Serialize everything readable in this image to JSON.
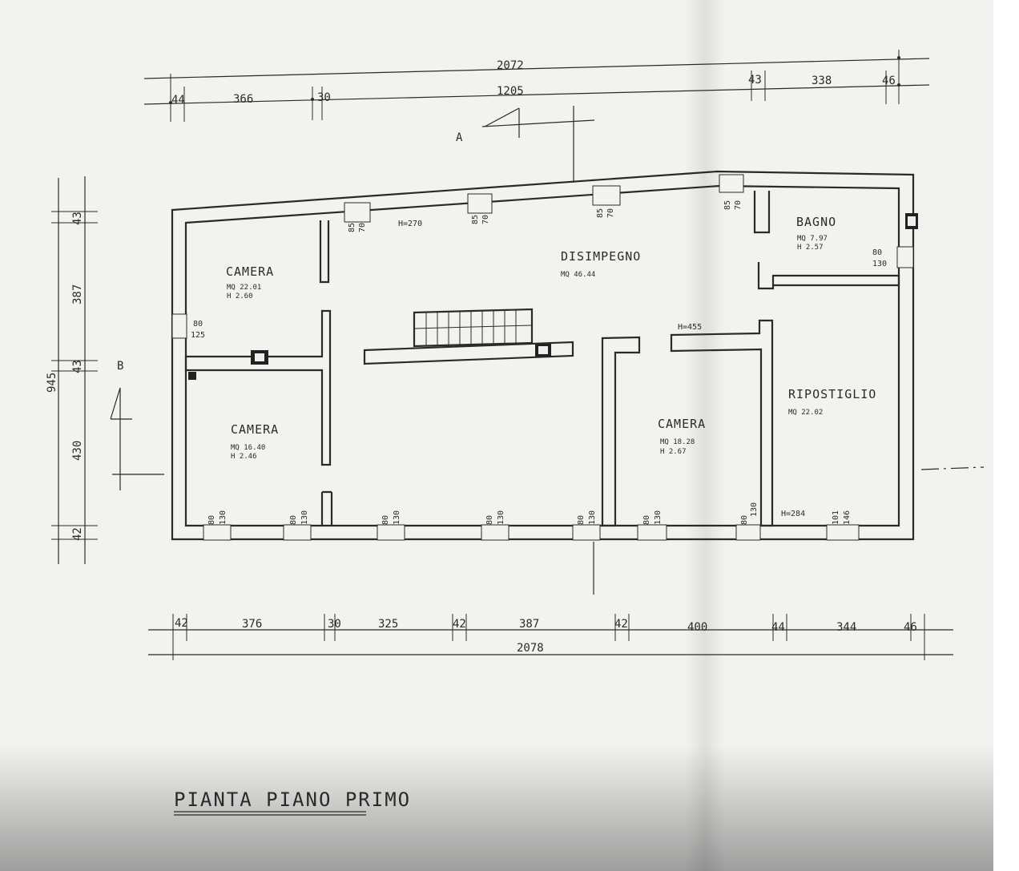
{
  "title": "PIANTA PIANO PRIMO",
  "section_marks": {
    "a": "A",
    "b": "B"
  },
  "dims_top": {
    "overall": "2072",
    "mid": "1205",
    "segments": [
      "44",
      "366",
      "30",
      "43",
      "338",
      "46"
    ]
  },
  "dims_bottom": {
    "overall": "2078",
    "segments": [
      "42",
      "376",
      "30",
      "325",
      "42",
      "387",
      "42",
      "400",
      "44",
      "344",
      "46"
    ]
  },
  "dims_left": {
    "overall": "945",
    "segments": [
      "43",
      "387",
      "43",
      "430",
      "42"
    ]
  },
  "rooms": [
    {
      "name": "CAMERA",
      "mq": "MQ  22.01",
      "h": "H    2.60"
    },
    {
      "name": "CAMERA",
      "mq": "MQ  16.40",
      "h": "H    2.46"
    },
    {
      "name": "DISIMPEGNO",
      "mq": "MQ  46.44",
      "h": ""
    },
    {
      "name": "CAMERA",
      "mq": "MQ  18.28",
      "h": "H    2.67"
    },
    {
      "name": "RIPOSTIGLIO",
      "mq": "MQ  22.02",
      "h": ""
    },
    {
      "name": "BAGNO",
      "mq": "MQ  7.97",
      "h": "H    2.57"
    }
  ],
  "heights": {
    "h270": "H=270",
    "h455": "H=455",
    "h284": "H=284"
  },
  "openings": {
    "top": [
      [
        "85",
        "70"
      ],
      [
        "85",
        "70"
      ],
      [
        "85",
        "70"
      ],
      [
        "85",
        "70"
      ]
    ],
    "left": [
      "80",
      "125"
    ],
    "bagno": [
      "80",
      "130"
    ],
    "bottom": [
      [
        "80",
        "130"
      ],
      [
        "80",
        "130"
      ],
      [
        "80",
        "130"
      ],
      [
        "80",
        "130"
      ],
      [
        "80",
        "130"
      ],
      [
        "80",
        "130"
      ],
      [
        "80",
        "130"
      ],
      [
        "101",
        "146"
      ]
    ]
  }
}
